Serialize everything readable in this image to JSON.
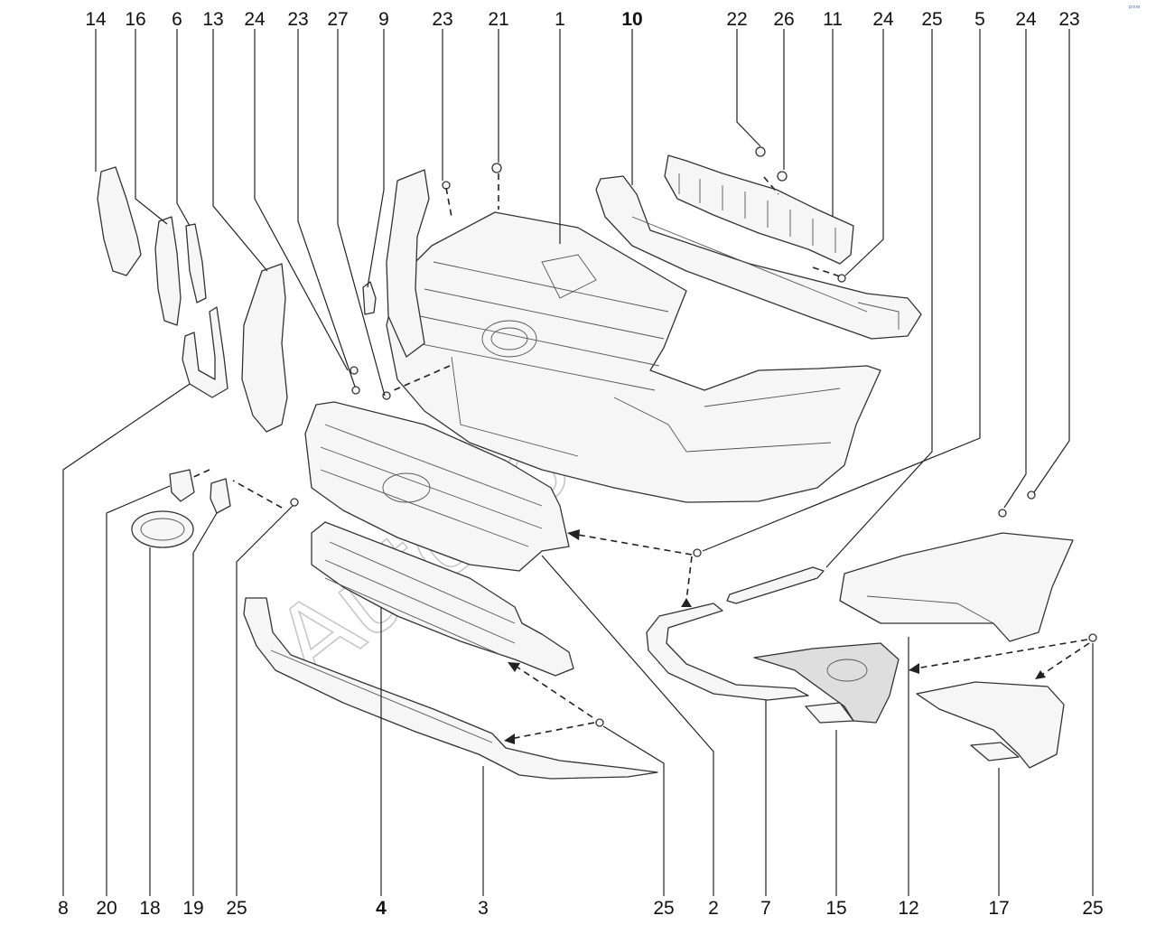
{
  "watermark": "Autosoft",
  "corner_mark": "ᵖᵒʷ",
  "callouts_top": [
    {
      "text": "14",
      "bold": false
    },
    {
      "text": "16",
      "bold": false
    },
    {
      "text": "6",
      "bold": false
    },
    {
      "text": "13",
      "bold": false
    },
    {
      "text": "24",
      "bold": false
    },
    {
      "text": "23",
      "bold": false
    },
    {
      "text": "27",
      "bold": false
    },
    {
      "text": "9",
      "bold": false
    },
    {
      "text": "23",
      "bold": false
    },
    {
      "text": "21",
      "bold": false
    },
    {
      "text": "1",
      "bold": false
    },
    {
      "text": "10",
      "bold": true
    },
    {
      "text": "22",
      "bold": false
    },
    {
      "text": "26",
      "bold": false
    },
    {
      "text": "11",
      "bold": false
    },
    {
      "text": "24",
      "bold": false
    },
    {
      "text": "25",
      "bold": false
    },
    {
      "text": "5",
      "bold": false
    },
    {
      "text": "24",
      "bold": false
    },
    {
      "text": "23",
      "bold": false
    }
  ],
  "callouts_bottom": [
    {
      "text": "8",
      "bold": false
    },
    {
      "text": "20",
      "bold": false
    },
    {
      "text": "18",
      "bold": false
    },
    {
      "text": "19",
      "bold": false
    },
    {
      "text": "25",
      "bold": false
    },
    {
      "text": "4",
      "bold": true
    },
    {
      "text": "3",
      "bold": false
    },
    {
      "text": "25",
      "bold": false
    },
    {
      "text": "2",
      "bold": false
    },
    {
      "text": "7",
      "bold": false
    },
    {
      "text": "15",
      "bold": false
    },
    {
      "text": "12",
      "bold": false
    },
    {
      "text": "17",
      "bold": false
    },
    {
      "text": "25",
      "bold": false
    }
  ]
}
